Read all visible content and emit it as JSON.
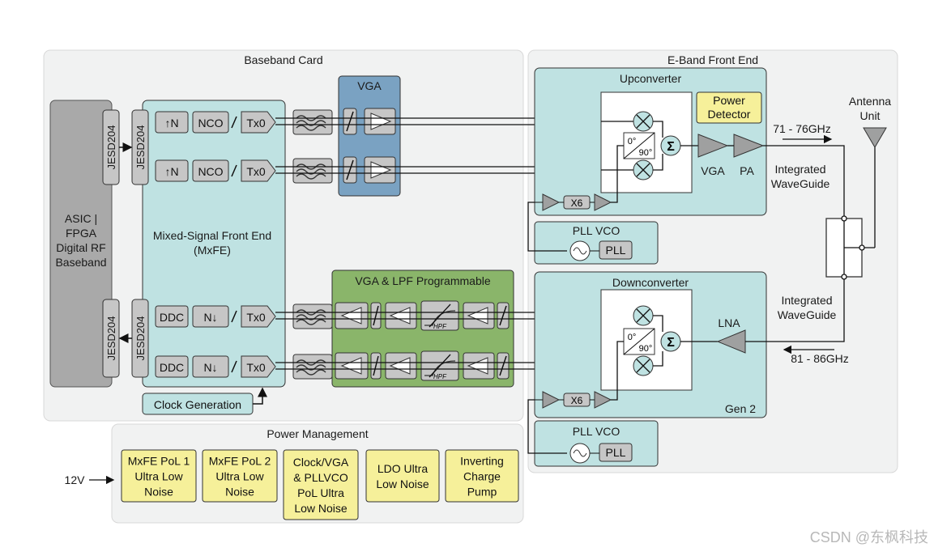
{
  "sections": {
    "baseband_card": "Baseband Card",
    "eband_front_end": "E-Band Front End",
    "power_management": "Power Management"
  },
  "asic": {
    "line1": "ASIC |",
    "line2": "FPGA",
    "line3": "Digital RF",
    "line4": "Baseband"
  },
  "jesd": "JESD204",
  "mxfe": {
    "line1": "Mixed-Signal Front End",
    "line2": "(MxFE)"
  },
  "tx_blocks": {
    "up_n": "↑N",
    "nco": "NCO",
    "tx0": "Tx0"
  },
  "rx_blocks": {
    "ddc": "DDC",
    "down_n": "N↓",
    "tx0": "Tx0"
  },
  "vga_group": "VGA",
  "vga_lpf_group": "VGA & LPF Programmable",
  "hpf": "HPF",
  "clock_generation": "Clock Generation",
  "upconverter": {
    "title": "Upconverter",
    "power_detector_1": "Power",
    "power_detector_2": "Detector",
    "phase_0": "0°",
    "phase_90": "90°",
    "sigma": "Σ",
    "vga": "VGA",
    "pa": "PA",
    "x6": "X6"
  },
  "downconverter": {
    "title": "Downconverter",
    "phase_0": "0°",
    "phase_90": "90°",
    "sigma": "Σ",
    "lna": "LNA",
    "x6": "X6",
    "gen": "Gen 2"
  },
  "pll_vco": "PLL VCO",
  "pll": "PLL",
  "freq_tx": "71 - 76GHz",
  "freq_rx": "81 - 86GHz",
  "waveguide_1": "Integrated",
  "waveguide_2": "WaveGuide",
  "antenna_1": "Antenna",
  "antenna_2": "Unit",
  "power_in": "12V",
  "power_blocks": [
    [
      "MxFE PoL 1",
      "Ultra Low",
      "Noise"
    ],
    [
      "MxFE PoL 2",
      "Ultra Low",
      "Noise"
    ],
    [
      "Clock/VGA",
      "& PLLVCO",
      "PoL Ultra",
      "Low Noise"
    ],
    [
      "LDO Ultra",
      "Low Noise"
    ],
    [
      "Inverting",
      "Charge",
      "Pump"
    ]
  ],
  "watermark": "CSDN @东枫科技",
  "colors": {
    "panel": "#f1f2f2",
    "teal": "#bfe2e2",
    "blue": "#7aa2c2",
    "green": "#8ab56a",
    "yellow": "#f6f09a",
    "asic": "#a9a9a9",
    "block": "#c6c6c6"
  }
}
